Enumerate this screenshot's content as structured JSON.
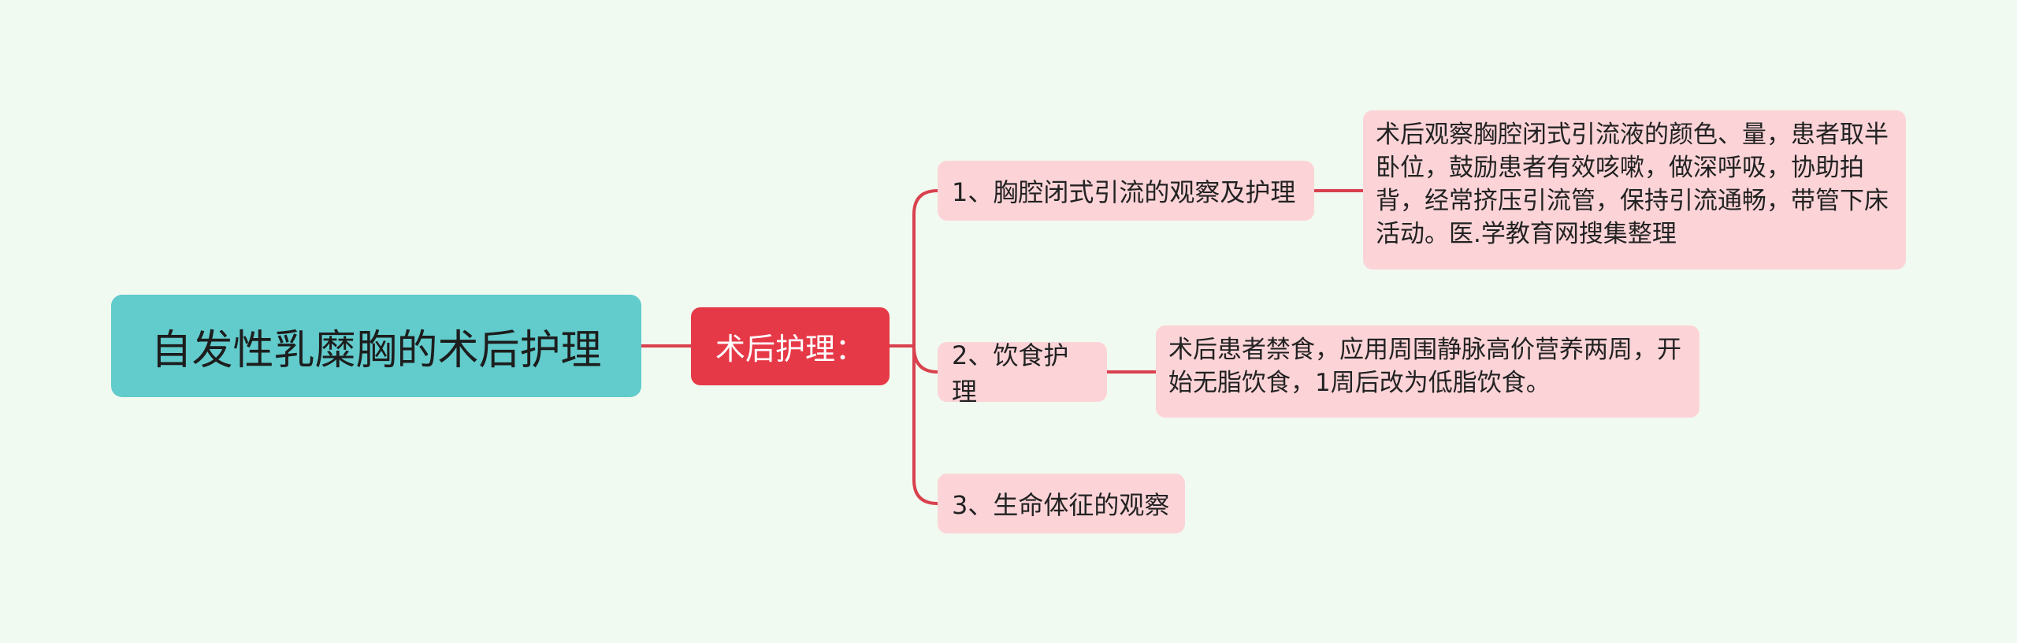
{
  "root": {
    "label": "自发性乳糜胸的术后护理"
  },
  "main": {
    "label": "术后护理："
  },
  "branches": [
    {
      "label": "1、胸腔闭式引流的观察及护理",
      "detail": "术后观察胸腔闭式引流液的颜色、量，患者取半卧位，鼓励患者有效咳嗽，做深呼吸，协助拍背，经常挤压引流管，保持引流通畅，带管下床活动。医.学教育网搜集整理"
    },
    {
      "label": "2、饮食护理",
      "detail": "术后患者禁食，应用周围静脉高价营养两周，开始无脂饮食，1周后改为低脂饮食。"
    },
    {
      "label": "3、生命体征的观察",
      "detail": ""
    }
  ],
  "colors": {
    "background": "#f1faf0",
    "root_fill": "#62cbcc",
    "main_fill": "#e63947",
    "branch_fill": "#fcd4d8",
    "connector": "#d9414e"
  }
}
